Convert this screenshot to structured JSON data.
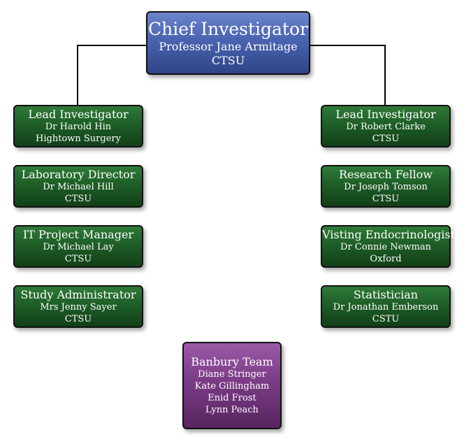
{
  "colors": {
    "investigator_box": "#4a63b0",
    "team_box": "#1e5e27",
    "banbury_box": "#7b3c86",
    "connector": "#000000"
  },
  "chief": {
    "title": "Chief Investigator",
    "name": "Professor Jane Armitage",
    "org": "CTSU"
  },
  "left": [
    {
      "title": "Lead Investigator",
      "name": "Dr Harold Hin",
      "org": "Hightown Surgery"
    },
    {
      "title": "Laboratory Director",
      "name": "Dr Michael Hill",
      "org": "CTSU"
    },
    {
      "title": "IT Project Manager",
      "name": "Dr Michael Lay",
      "org": "CTSU"
    },
    {
      "title": "Study Administrator",
      "name": "Mrs Jenny Sayer",
      "org": "CTSU"
    }
  ],
  "right": [
    {
      "title": "Lead Investigator",
      "name": "Dr Robert Clarke",
      "org": "CTSU"
    },
    {
      "title": "Research Fellow",
      "name": "Dr Joseph Tomson",
      "org": "CTSU"
    },
    {
      "title": "Visting Endocrinologist",
      "name": "Dr Connie Newman",
      "org": "Oxford"
    },
    {
      "title": "Statistician",
      "name": "Dr Jonathan Emberson",
      "org": "CSTU"
    }
  ],
  "banbury": {
    "title": "Banbury Team",
    "members": [
      "Diane Stringer",
      "Kate Gillingham",
      "Enid Frost",
      "Lynn Peach"
    ]
  }
}
